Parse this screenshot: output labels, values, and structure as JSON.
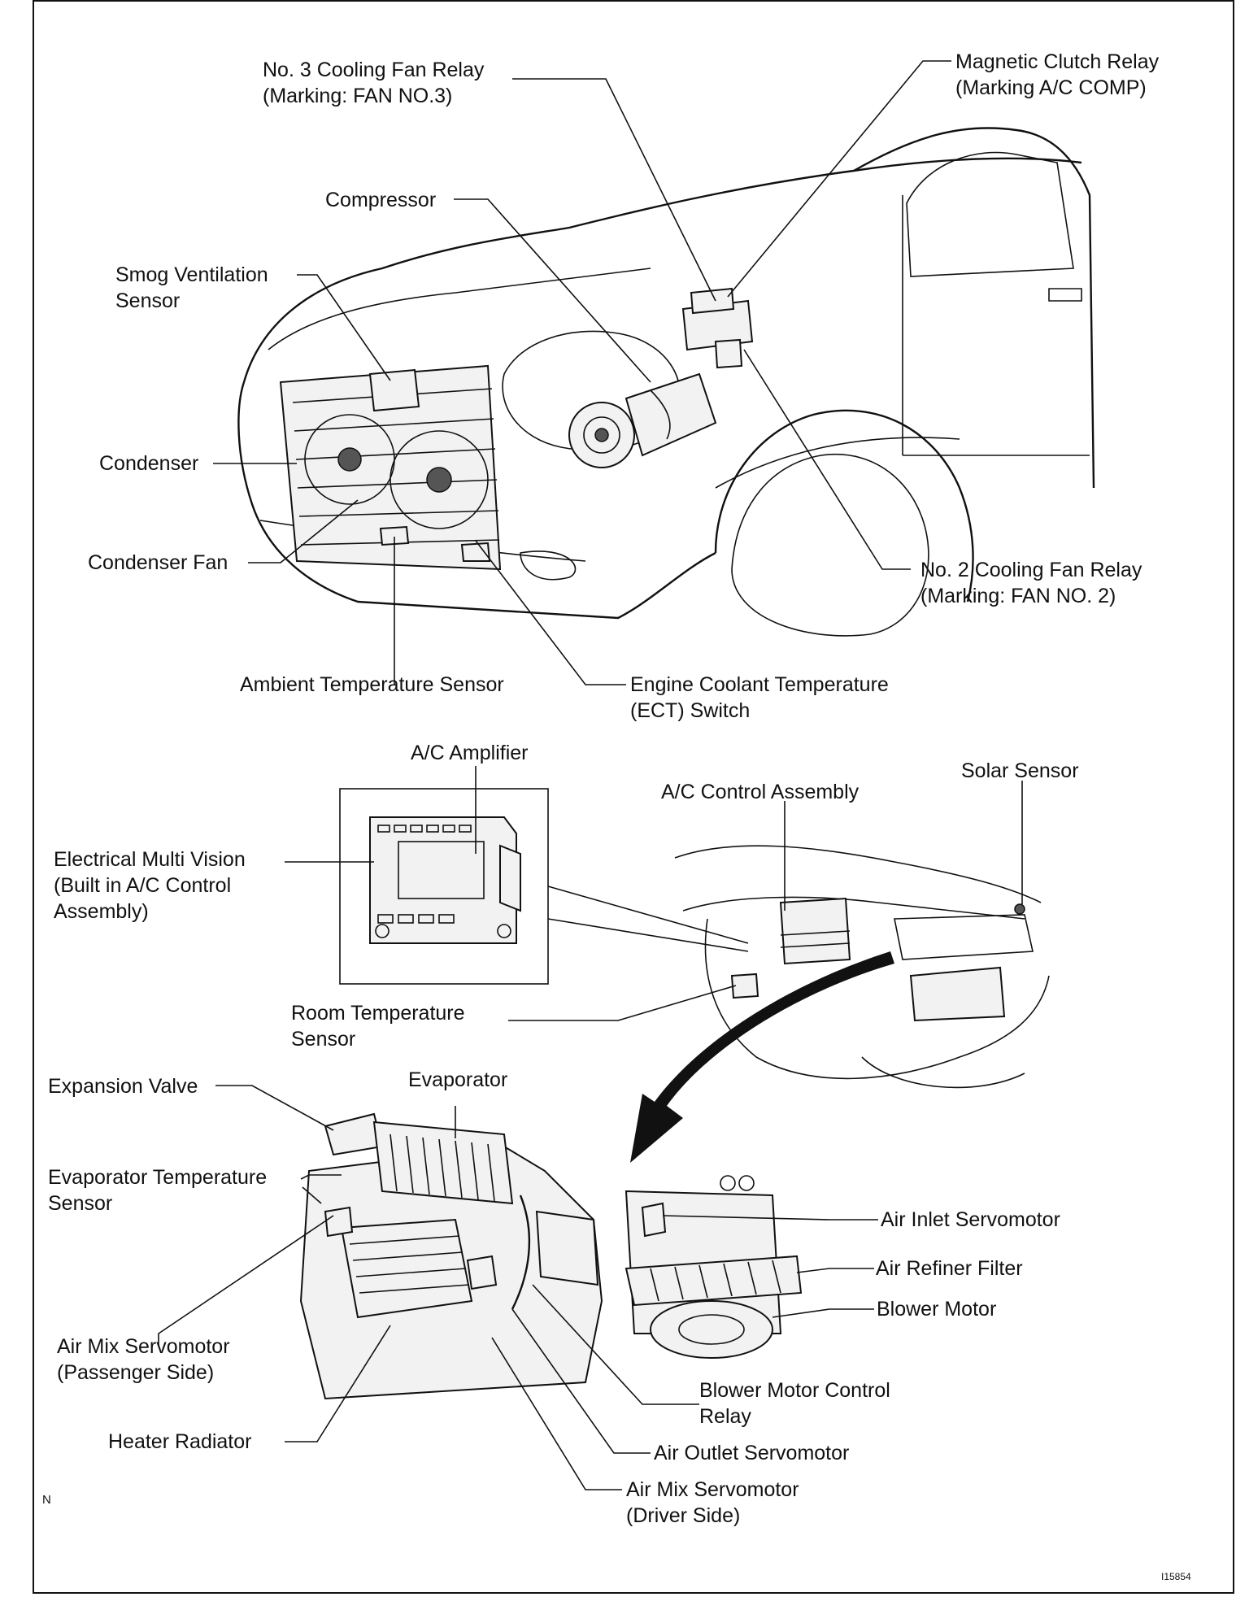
{
  "labels": {
    "no3_relay": [
      "No. 3 Cooling Fan Relay",
      "(Marking: FAN NO.3)"
    ],
    "magnetic_clutch_relay": [
      "Magnetic Clutch Relay",
      "(Marking A/C COMP)"
    ],
    "compressor": "Compressor",
    "smog_sensor": [
      "Smog Ventilation",
      "Sensor"
    ],
    "condenser": "Condenser",
    "condenser_fan": "Condenser Fan",
    "no2_relay": [
      "No. 2 Cooling Fan Relay",
      "(Marking: FAN NO. 2)"
    ],
    "ambient_sensor": "Ambient Temperature Sensor",
    "ect_switch": [
      "Engine Coolant Temperature",
      "(ECT) Switch"
    ],
    "ac_amplifier": "A/C Amplifier",
    "ac_control_assembly": "A/C Control Assembly",
    "solar_sensor": "Solar Sensor",
    "multi_vision": [
      "Electrical Multi Vision",
      "(Built in A/C Control",
      " Assembly)"
    ],
    "room_temp_sensor": [
      "Room Temperature",
      "Sensor"
    ],
    "expansion_valve": "Expansion Valve",
    "evaporator": "Evaporator",
    "evap_temp_sensor": [
      "Evaporator Temperature",
      "Sensor"
    ],
    "air_inlet_servo": "Air Inlet Servomotor",
    "air_refiner_filter": "Air Refiner Filter",
    "blower_motor": "Blower Motor",
    "air_mix_servo_passenger": [
      "Air Mix Servomotor",
      "(Passenger Side)"
    ],
    "blower_motor_relay": [
      "Blower Motor  Control",
      "Relay"
    ],
    "heater_radiator": "Heater Radiator",
    "air_outlet_servo": "Air Outlet Servomotor",
    "air_mix_servo_driver": [
      "Air Mix Servomotor",
      "(Driver Side)"
    ]
  },
  "corner_mark": "N",
  "figure_id": "I15854"
}
